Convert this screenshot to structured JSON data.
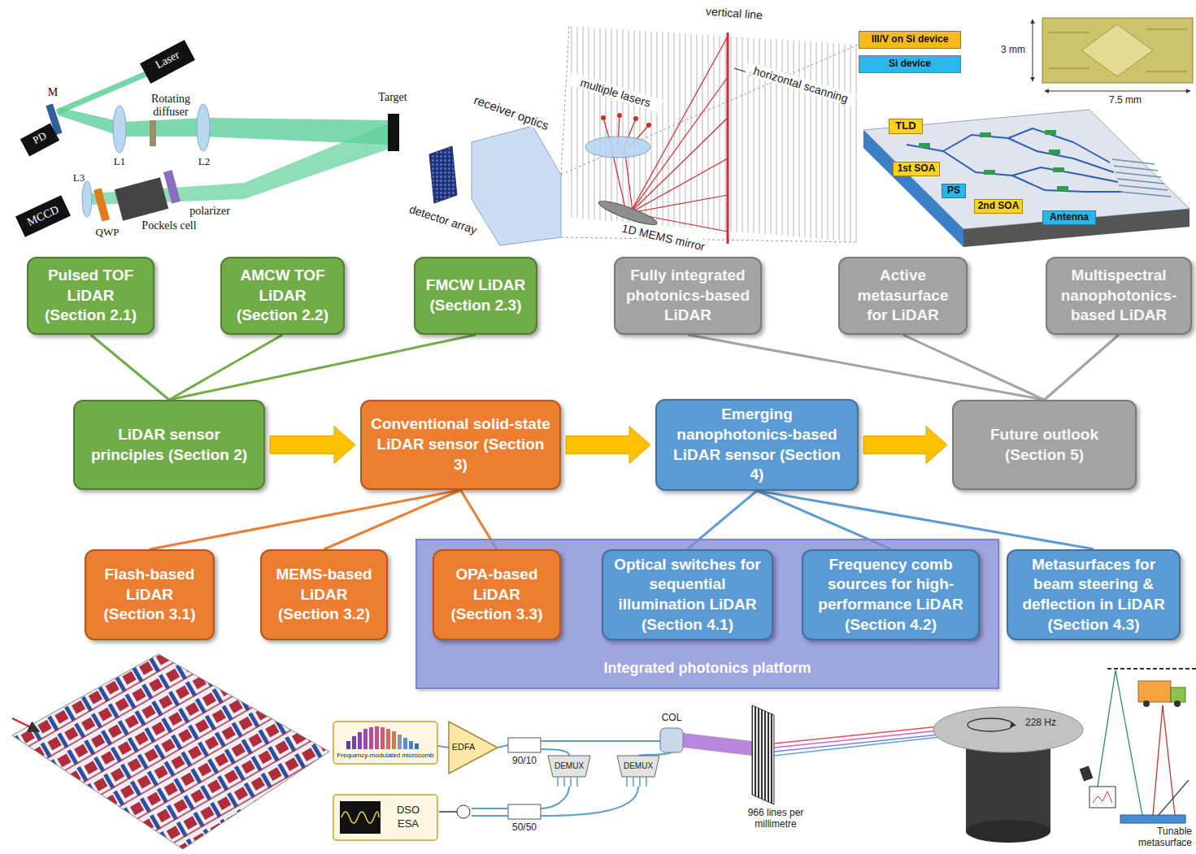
{
  "diagram": {
    "nodes": [
      {
        "text": [
          "Pulsed TOF LiDAR (Section 2.1)"
        ]
      },
      {
        "text": [
          "AMCW TOF LiDAR (Section 2.2)"
        ]
      },
      {
        "text": [
          "FMCW LiDAR (Section 2.3)"
        ]
      },
      {
        "text": [
          "Fully integrated photonics-based LiDAR"
        ]
      },
      {
        "text": [
          "Active metasurface for LiDAR"
        ]
      },
      {
        "text": [
          "Multispectral nanophotonics-based LiDAR"
        ]
      },
      {
        "text": [
          "LiDAR sensor principles (Section 2)"
        ]
      },
      {
        "text": [
          "Conventional solid-state LiDAR sensor (Section 3)"
        ]
      },
      {
        "text": [
          "Emerging nanophotonics-based LiDAR sensor (Section 4)"
        ]
      },
      {
        "text": [
          "Future outlook (Section 5)"
        ]
      },
      {
        "text": [
          "Flash-based LiDAR (Section 3.1)"
        ]
      },
      {
        "text": [
          "MEMS-based LiDAR (Section 3.2)"
        ]
      },
      {
        "text": [
          "Integrated photonics platform"
        ]
      },
      {
        "text": [
          "OPA-based LiDAR (Section 3.3)"
        ],
        "in": 12
      },
      {
        "text": [
          "Optical switches for sequential illumination LiDAR (Section 4.1)"
        ],
        "in": 12
      },
      {
        "text": [
          "Frequency comb sources for high-performance LiDAR (Section 4.2)"
        ],
        "in": 12
      },
      {
        "text": [
          "Metasurfaces for beam steering & deflection in LiDAR (Section 4.3)"
        ]
      }
    ],
    "edges": [
      {
        "from": 0,
        "to": 6,
        "arrow": "none"
      },
      {
        "from": 1,
        "to": 6,
        "arrow": "none"
      },
      {
        "from": 2,
        "to": 6,
        "arrow": "none"
      },
      {
        "from": 6,
        "to": 7,
        "arrow": "to"
      },
      {
        "from": 7,
        "to": 8,
        "arrow": "to"
      },
      {
        "from": 8,
        "to": 9,
        "arrow": "to"
      },
      {
        "from": 3,
        "to": 9,
        "arrow": "none"
      },
      {
        "from": 4,
        "to": 9,
        "arrow": "none"
      },
      {
        "from": 5,
        "to": 9,
        "arrow": "none"
      },
      {
        "from": 7,
        "to": 10,
        "arrow": "none"
      },
      {
        "from": 7,
        "to": 11,
        "arrow": "none"
      },
      {
        "from": 7,
        "to": 13,
        "arrow": "none"
      },
      {
        "from": 8,
        "to": 14,
        "arrow": "none"
      },
      {
        "from": 8,
        "to": 15,
        "arrow": "none"
      },
      {
        "from": 8,
        "to": 16,
        "arrow": "none"
      }
    ],
    "labels": [
      "Laser",
      "M",
      "PD",
      "L1",
      "Rotating diffuser",
      "L2",
      "Target",
      "L3",
      "MCCD",
      "QWP",
      "Pockels cell",
      "polarizer",
      "vertical line",
      "horizontal scanning",
      "multiple lasers",
      "receiver optics",
      "detector array",
      "1D MEMS mirror",
      "3 mm",
      "7.5 mm",
      "TLD",
      "1st SOA",
      "PS",
      "2nd SOA",
      "Antenna",
      "Frequency-modulated microcomb",
      "EDFA",
      "90/10",
      "DEMUX",
      "DEMUX",
      "COL",
      "DSO",
      "ESA",
      "50/50",
      "966 lines per millimetre",
      "228 Hz",
      "Tunable metasurface"
    ],
    "legend": [
      {
        "text": "III/V on Si device",
        "color": "#f9b81b"
      },
      {
        "text": "Si device",
        "color": "#2ab7ea"
      }
    ]
  }
}
